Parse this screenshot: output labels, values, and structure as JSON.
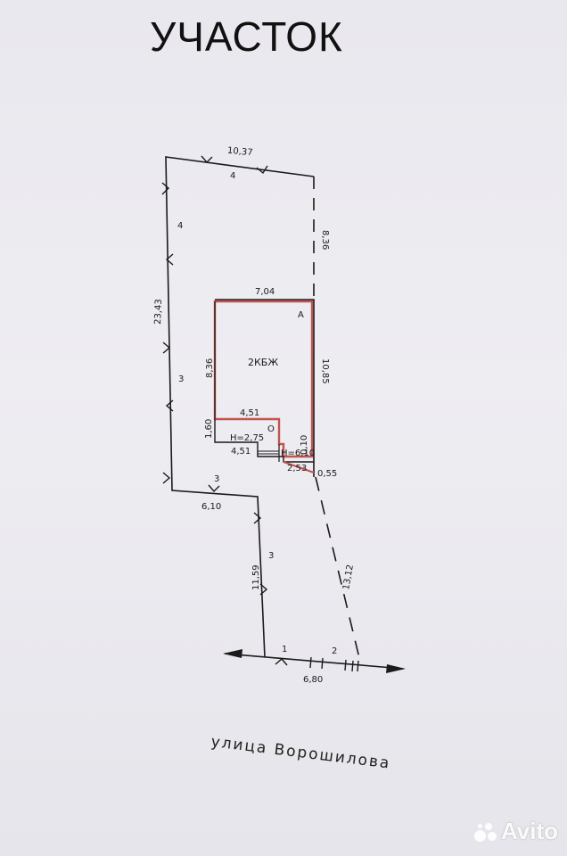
{
  "title": "УЧАСТОК",
  "street": "улица Ворошилова",
  "building": {
    "label": "2КБЖ",
    "corner_mark": "А"
  },
  "porch_mark": "О",
  "dimensions": {
    "top": "10,37",
    "right_upper": "8,36",
    "left_long": "23,43",
    "house_top": "7,04",
    "house_left": "8,36",
    "house_right": "10,85",
    "house_step": "4,51",
    "porch_height": "1,60",
    "porch_h1": "Н=2,75",
    "porch_width": "4,51",
    "porch_h2": "Н=6,10",
    "step_gap": "0,10",
    "step_bottom": "2,53",
    "right_gap": "0,55",
    "middle": "6,10",
    "lower_left": "11,59",
    "diagonal": "13,12",
    "bottom": "6,80"
  },
  "segment_marks": {
    "top_seg": "4",
    "left_upper": "4",
    "left_mid": "3",
    "jog": "3",
    "lower_left_seg": "3",
    "bottom_left": "1",
    "bottom_right": "2"
  },
  "watermark": "Avito",
  "colors": {
    "ink": "#1a1a1a",
    "building_outline": "#c0554f",
    "paper": "#ebeaf0"
  }
}
